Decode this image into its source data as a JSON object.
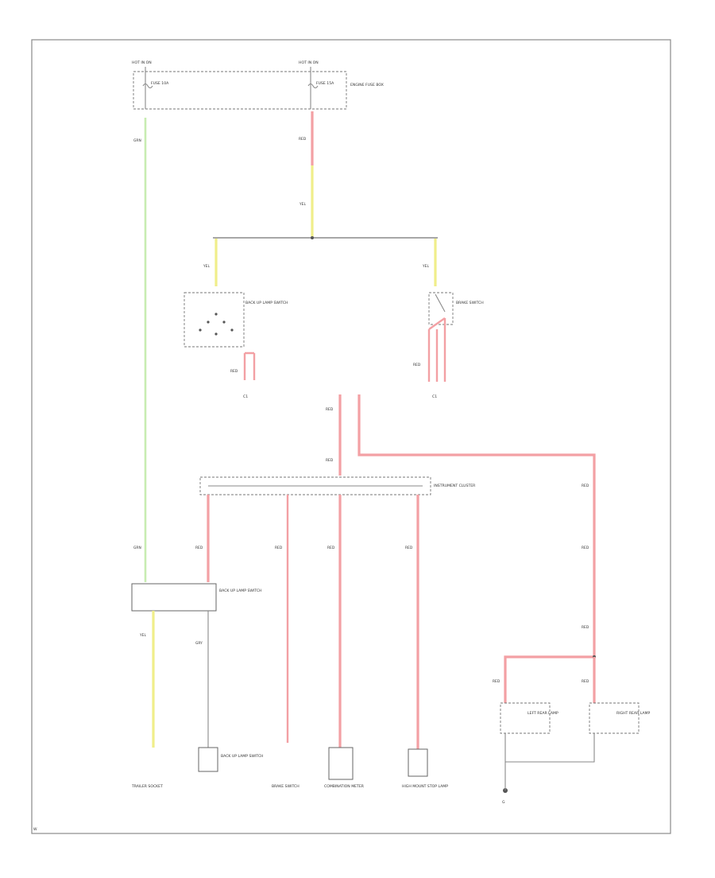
{
  "labels": {
    "hot_run_left": "HOT IN ON",
    "hot_run_right": "HOT IN ON",
    "fuse_box_name": "ENGINE FUSE BOX",
    "left_fuse": "FUSE 10A",
    "right_fuse": "FUSE 15A",
    "left_ctrl_conn": "C1",
    "right_ctrl_conn": "C1",
    "instrument_cluster": "INSTRUMENT CLUSTER",
    "trailer_socket": "TRAILER SOCKET",
    "backup_switch": "BACK UP LAMP SWITCH",
    "brake_switch": "BRAKE SWITCH",
    "combination_meter": "COMBINATION METER",
    "high_mount_lamp": "HIGH MOUNT STOP LAMP",
    "left_rear_lamp": "LEFT REAR LAMP",
    "right_rear_lamp": "RIGHT REAR LAMP",
    "ground": "G",
    "footer": "W"
  },
  "wire_codes": {
    "green": "GRN",
    "red": "RED",
    "yellow": "YEL",
    "gray": "GRY"
  }
}
